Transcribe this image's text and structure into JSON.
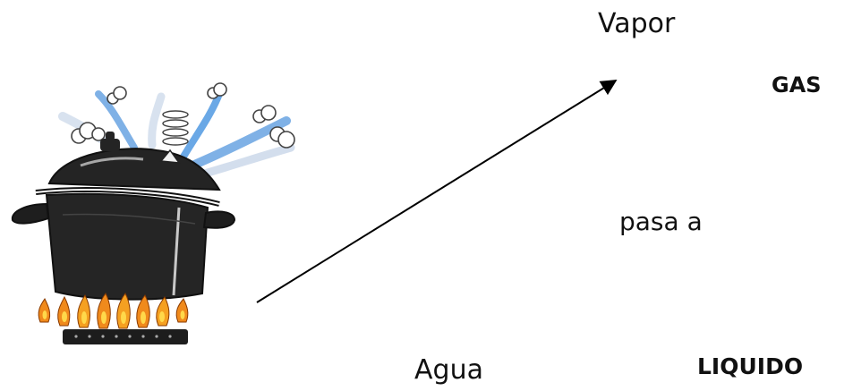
{
  "labels": {
    "vapor": "Vapor",
    "gas": "GAS",
    "transition": "pasa a",
    "water": "Agua",
    "liquid": "LIQUIDO"
  },
  "illustration": {
    "subject": "boiling-pot-on-gas-burner",
    "pot_color": "#222222",
    "steam_color": "#6aa8e6",
    "flame_outer": "#f08a1c",
    "flame_inner": "#ffd84a"
  }
}
